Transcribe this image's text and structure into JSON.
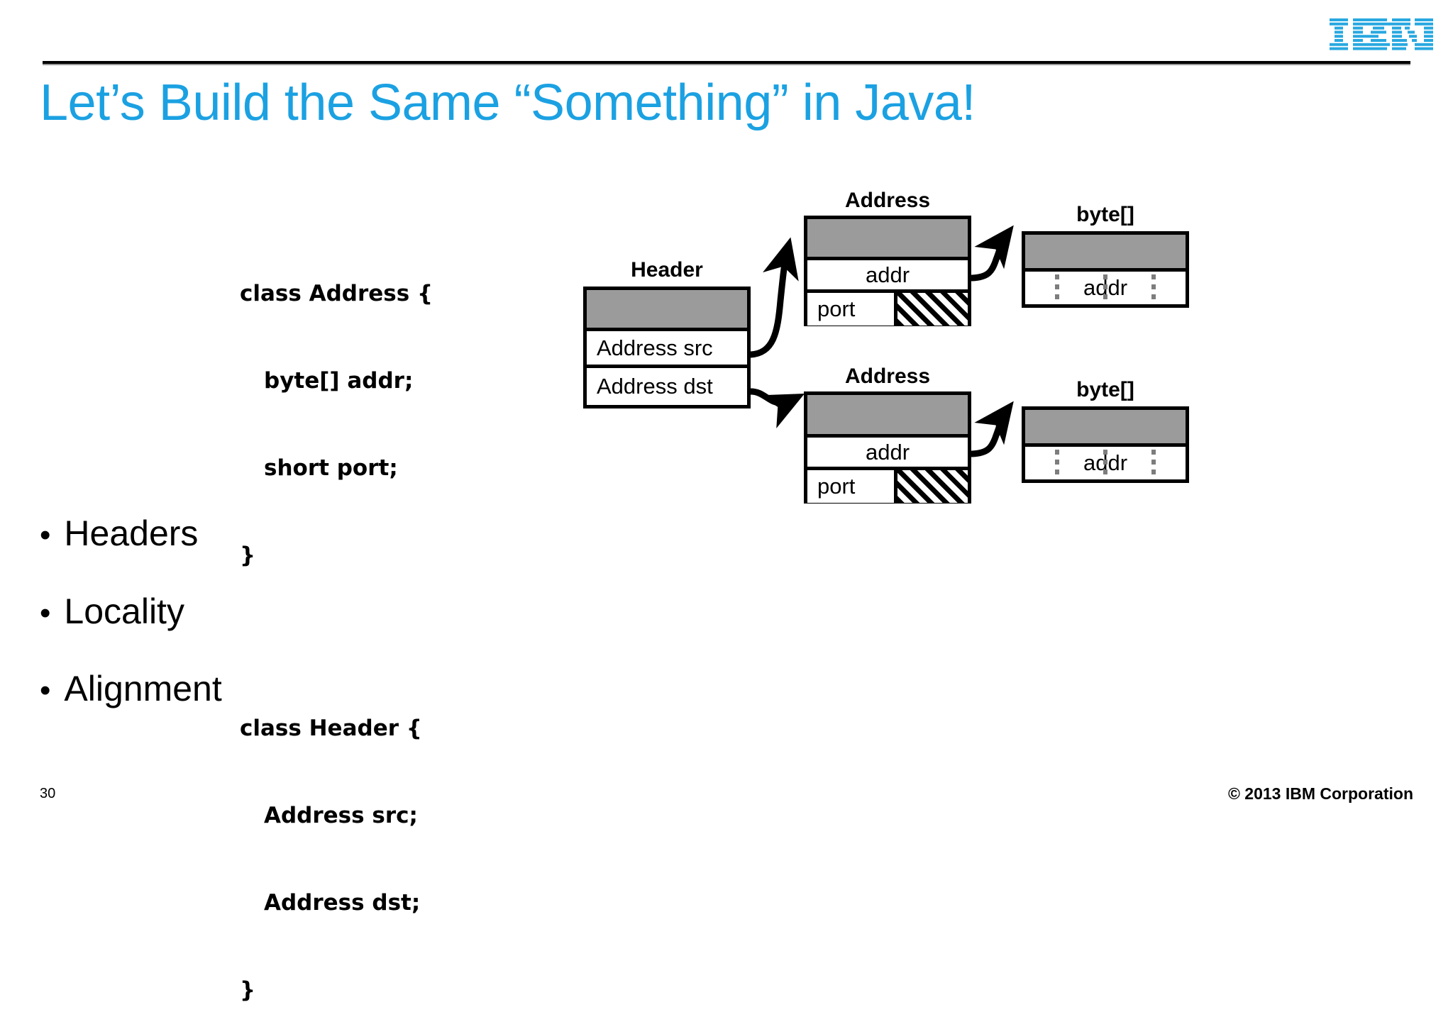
{
  "brand": {
    "logo_name": "IBM",
    "accent_color": "#1BA1E2",
    "rule_color": "#000000"
  },
  "slide": {
    "title": "Let’s Build the Same “Something” in Java!",
    "page_number": "30",
    "copyright": "© 2013 IBM Corporation"
  },
  "code": {
    "lines": [
      "class Address {",
      "byte[] addr;",
      "short port;",
      "}",
      "class Header {",
      "Address src;",
      "Address dst;",
      "}"
    ],
    "address_class": {
      "open": "class Address {",
      "field_addr": "byte[] addr;",
      "field_port": "short port;",
      "close": "}"
    },
    "header_class": {
      "open": "class Header {",
      "field_src": "Address src;",
      "field_dst": "Address dst;",
      "close": "}"
    }
  },
  "bullets": [
    {
      "marker": "•",
      "label": "Headers"
    },
    {
      "marker": "•",
      "label": "Locality"
    },
    {
      "marker": "•",
      "label": "Alignment"
    }
  ],
  "diagram": {
    "colors": {
      "object_header_band": "#9b9b9b",
      "border": "#000000",
      "field_background": "#ffffff",
      "padding_hatch": "#000000",
      "dotted_guide": "#7d7d7d"
    },
    "header_object": {
      "label": "Header",
      "fields": [
        "Address src",
        "Address dst"
      ]
    },
    "address_object_1": {
      "label": "Address",
      "fields": [
        "addr",
        "port"
      ],
      "padding_note": "hatched padding after port"
    },
    "bytearray_1": {
      "label": "byte[]",
      "fields": [
        "addr"
      ]
    },
    "address_object_2": {
      "label": "Address",
      "fields": [
        "addr",
        "port"
      ],
      "padding_note": "hatched padding after port"
    },
    "bytearray_2": {
      "label": "byte[]",
      "fields": [
        "addr"
      ]
    },
    "arrows": [
      {
        "name": "src-to-address-1",
        "from": "Address src",
        "to": "Address"
      },
      {
        "name": "dst-to-address-2",
        "from": "Address dst",
        "to": "Address"
      },
      {
        "name": "addr-to-bytearray-1",
        "from": "addr",
        "to": "byte[]"
      },
      {
        "name": "addr-to-bytearray-2",
        "from": "addr",
        "to": "byte[]"
      }
    ]
  }
}
